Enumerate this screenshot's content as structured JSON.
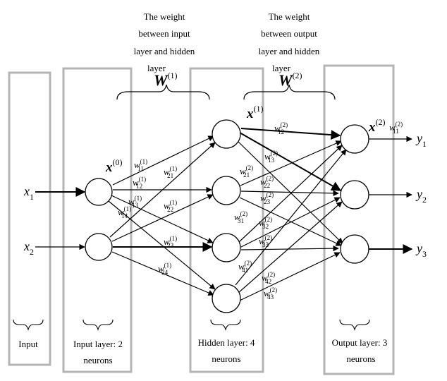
{
  "annotations": {
    "w1_top": [
      "The weight",
      "between input",
      "layer and hidden",
      "layer"
    ],
    "w2_top": [
      "The weight",
      "between output",
      "layer and hidden",
      "layer"
    ],
    "W1": {
      "base": "W",
      "sup": "(1)"
    },
    "W2": {
      "base": "W",
      "sup": "(2)"
    }
  },
  "layers": {
    "input": {
      "caption": [
        "Input"
      ]
    },
    "input_layer": {
      "caption": [
        "Input layer: 2",
        "neurons"
      ],
      "vec": {
        "base": "x",
        "sup": "(0)"
      }
    },
    "hidden_layer": {
      "caption": [
        "Hidden layer: 4",
        "neurons"
      ],
      "vec": {
        "base": "x",
        "sup": "(1)"
      }
    },
    "output_layer": {
      "caption": [
        "Output layer: 3",
        "neurons"
      ],
      "vec": {
        "base": "x",
        "sup": "(2)"
      }
    }
  },
  "inputs": [
    {
      "base": "x",
      "sub": "1"
    },
    {
      "base": "x",
      "sub": "2"
    }
  ],
  "outputs": [
    {
      "base": "y",
      "sub": "1"
    },
    {
      "base": "y",
      "sub": "2"
    },
    {
      "base": "y",
      "sub": "3"
    }
  ],
  "weights_1": [
    {
      "base": "w",
      "sub": "11",
      "sup": "(1)"
    },
    {
      "base": "w",
      "sub": "12",
      "sup": "(1)"
    },
    {
      "base": "w",
      "sub": "13",
      "sup": "(1)"
    },
    {
      "base": "w",
      "sub": "14",
      "sup": "(1)"
    },
    {
      "base": "w",
      "sub": "21",
      "sup": "(1)"
    },
    {
      "base": "w",
      "sub": "22",
      "sup": "(1)"
    },
    {
      "base": "w",
      "sub": "23",
      "sup": "(1)"
    },
    {
      "base": "w",
      "sub": "24",
      "sup": "(1)"
    }
  ],
  "weights_2": [
    {
      "base": "w",
      "sub": "11",
      "sup": "(2)"
    },
    {
      "base": "w",
      "sub": "12",
      "sup": "(2)"
    },
    {
      "base": "w",
      "sub": "13",
      "sup": "(2)"
    },
    {
      "base": "w",
      "sub": "21",
      "sup": "(2)"
    },
    {
      "base": "w",
      "sub": "22",
      "sup": "(2)"
    },
    {
      "base": "w",
      "sub": "23",
      "sup": "(2)"
    },
    {
      "base": "w",
      "sub": "31",
      "sup": "(2)"
    },
    {
      "base": "w",
      "sub": "32",
      "sup": "(2)"
    },
    {
      "base": "w",
      "sub": "33",
      "sup": "(2)"
    },
    {
      "base": "w",
      "sub": "41",
      "sup": "(2)"
    },
    {
      "base": "w",
      "sub": "42",
      "sup": "(2)"
    },
    {
      "base": "w",
      "sub": "43",
      "sup": "(2)"
    }
  ],
  "colors": {
    "box": "#b4b4b4",
    "line": "#000000"
  }
}
